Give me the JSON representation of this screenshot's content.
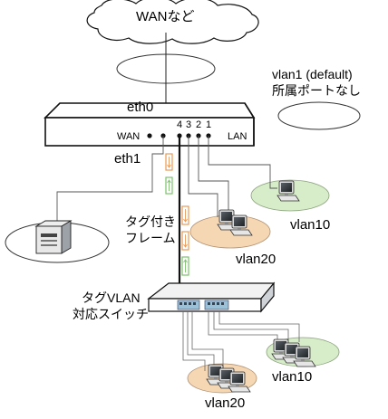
{
  "labels": {
    "wan_cloud": "WANなど",
    "vlan1": "vlan1 (default)",
    "vlan1_note": "所属ポートなし",
    "eth0": "eth0",
    "eth1": "eth1",
    "wan_port": "WAN",
    "lan_port": "LAN",
    "port_4": "4",
    "port_3": "3",
    "port_2": "2",
    "port_1": "1",
    "tagged_frame_line1": "タグ付き",
    "tagged_frame_line2": "フレーム",
    "vlan_switch_line1": "タグVLAN",
    "vlan_switch_line2": "対応スイッチ",
    "vlan10_top": "vlan10",
    "vlan20_top": "vlan20",
    "vlan10_bottom": "vlan10",
    "vlan20_bottom": "vlan20"
  },
  "colors": {
    "vlan10_fill": "#d7ecc8",
    "vlan20_fill": "#f6d7b4",
    "orange_tag": "#e89a55",
    "green_tag": "#7cc26a"
  },
  "icons": {
    "server": "server-icon",
    "pc_group": "computer-icon",
    "switch": "switch-icon",
    "router": "router-icon"
  }
}
